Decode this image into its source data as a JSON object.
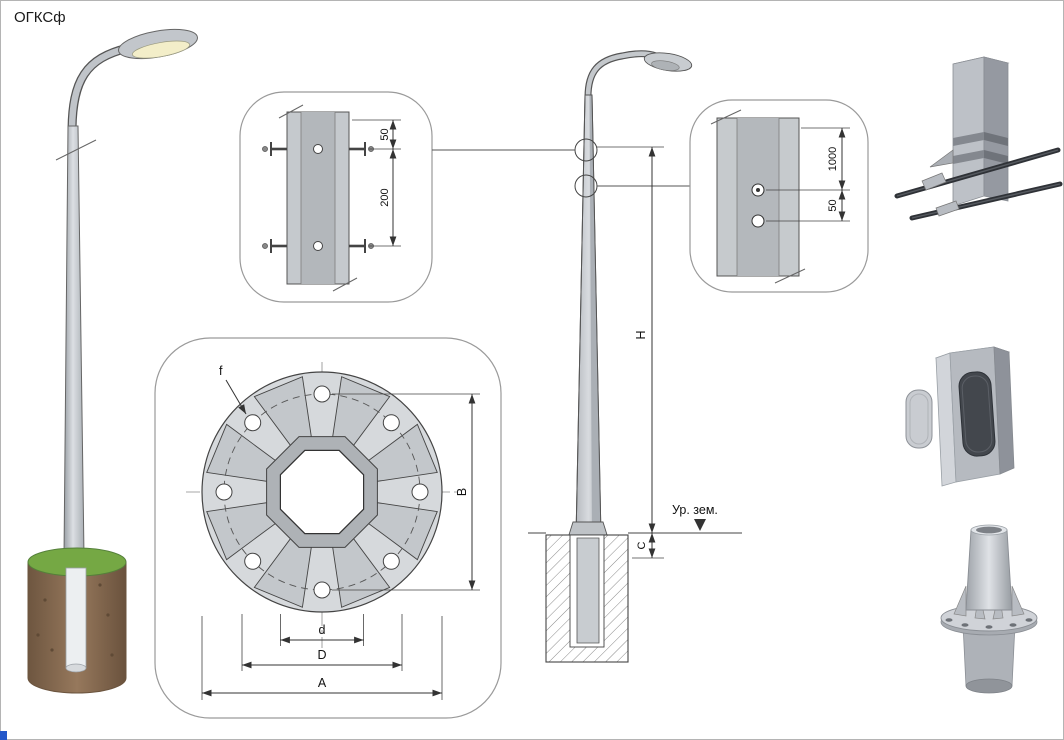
{
  "title": "ОГКСф",
  "views": {
    "clamp_detail": {
      "dim_offset": "50",
      "dim_spacing": "200"
    },
    "flange_plan": {
      "dim_hole": "f",
      "dim_bolt_height": "B",
      "dim_inner": "d",
      "dim_bolt_circle": "D",
      "dim_outer": "A"
    },
    "elevation": {
      "dim_height": "H",
      "dim_embed": "C",
      "ground_label": "Ур. зем."
    },
    "hole_detail": {
      "dim_offset": "1000",
      "dim_spacing": "50"
    }
  },
  "colors": {
    "line": "#333333",
    "detail_frame": "#9a9a9a",
    "pole_fill": "#c8ccd0",
    "pole_dark": "#9599a1",
    "flange_fill": "#d6d9dc",
    "gusset_fill": "#c3c7cb",
    "octagon_ring": "#aeb2b6",
    "foundation_brown": "#8a6f55",
    "grass_green": "#75a844",
    "lamp_glow": "#f3eec9",
    "rod_dark": "#2f3237",
    "door_opening": "#43474d"
  }
}
